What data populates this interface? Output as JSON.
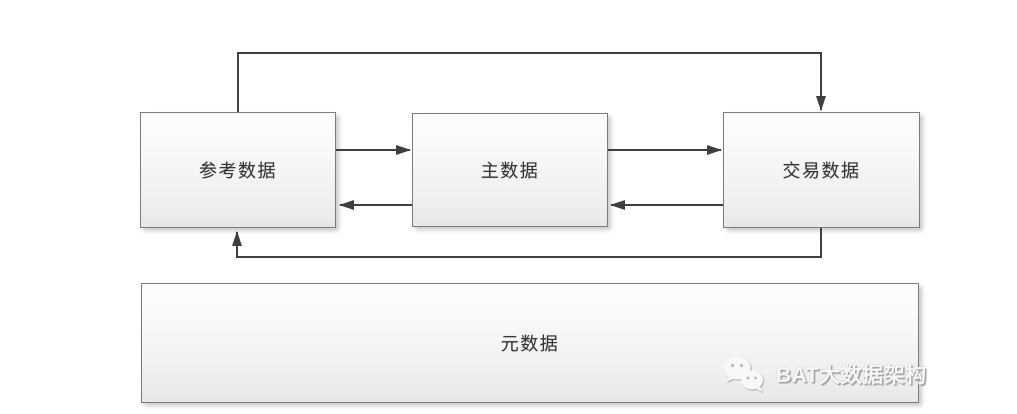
{
  "diagram": {
    "nodes": [
      {
        "id": "reference-data",
        "label": "参考数据"
      },
      {
        "id": "master-data",
        "label": "主数据"
      },
      {
        "id": "transaction-data",
        "label": "交易数据"
      },
      {
        "id": "metadata",
        "label": "元数据"
      }
    ],
    "edges": [
      {
        "from": "reference-data",
        "to": "master-data",
        "style": "straight-arrow"
      },
      {
        "from": "master-data",
        "to": "reference-data",
        "style": "straight-arrow"
      },
      {
        "from": "master-data",
        "to": "transaction-data",
        "style": "straight-arrow"
      },
      {
        "from": "transaction-data",
        "to": "master-data",
        "style": "straight-arrow"
      },
      {
        "from": "reference-data",
        "to": "transaction-data",
        "style": "top-loop-arrow"
      },
      {
        "from": "transaction-data",
        "to": "reference-data",
        "style": "bottom-loop-arrow"
      }
    ],
    "watermark": {
      "text": "BAT大数据架构",
      "icon": "wechat-logo-icon"
    },
    "colors": {
      "background": "#ffffff",
      "connector_line": "#3f3f3f",
      "box_border": "#7b7b7b",
      "box_fill": "#f2f2f2",
      "label_text": "#353535",
      "watermark_text": "#f6f6f6"
    }
  }
}
